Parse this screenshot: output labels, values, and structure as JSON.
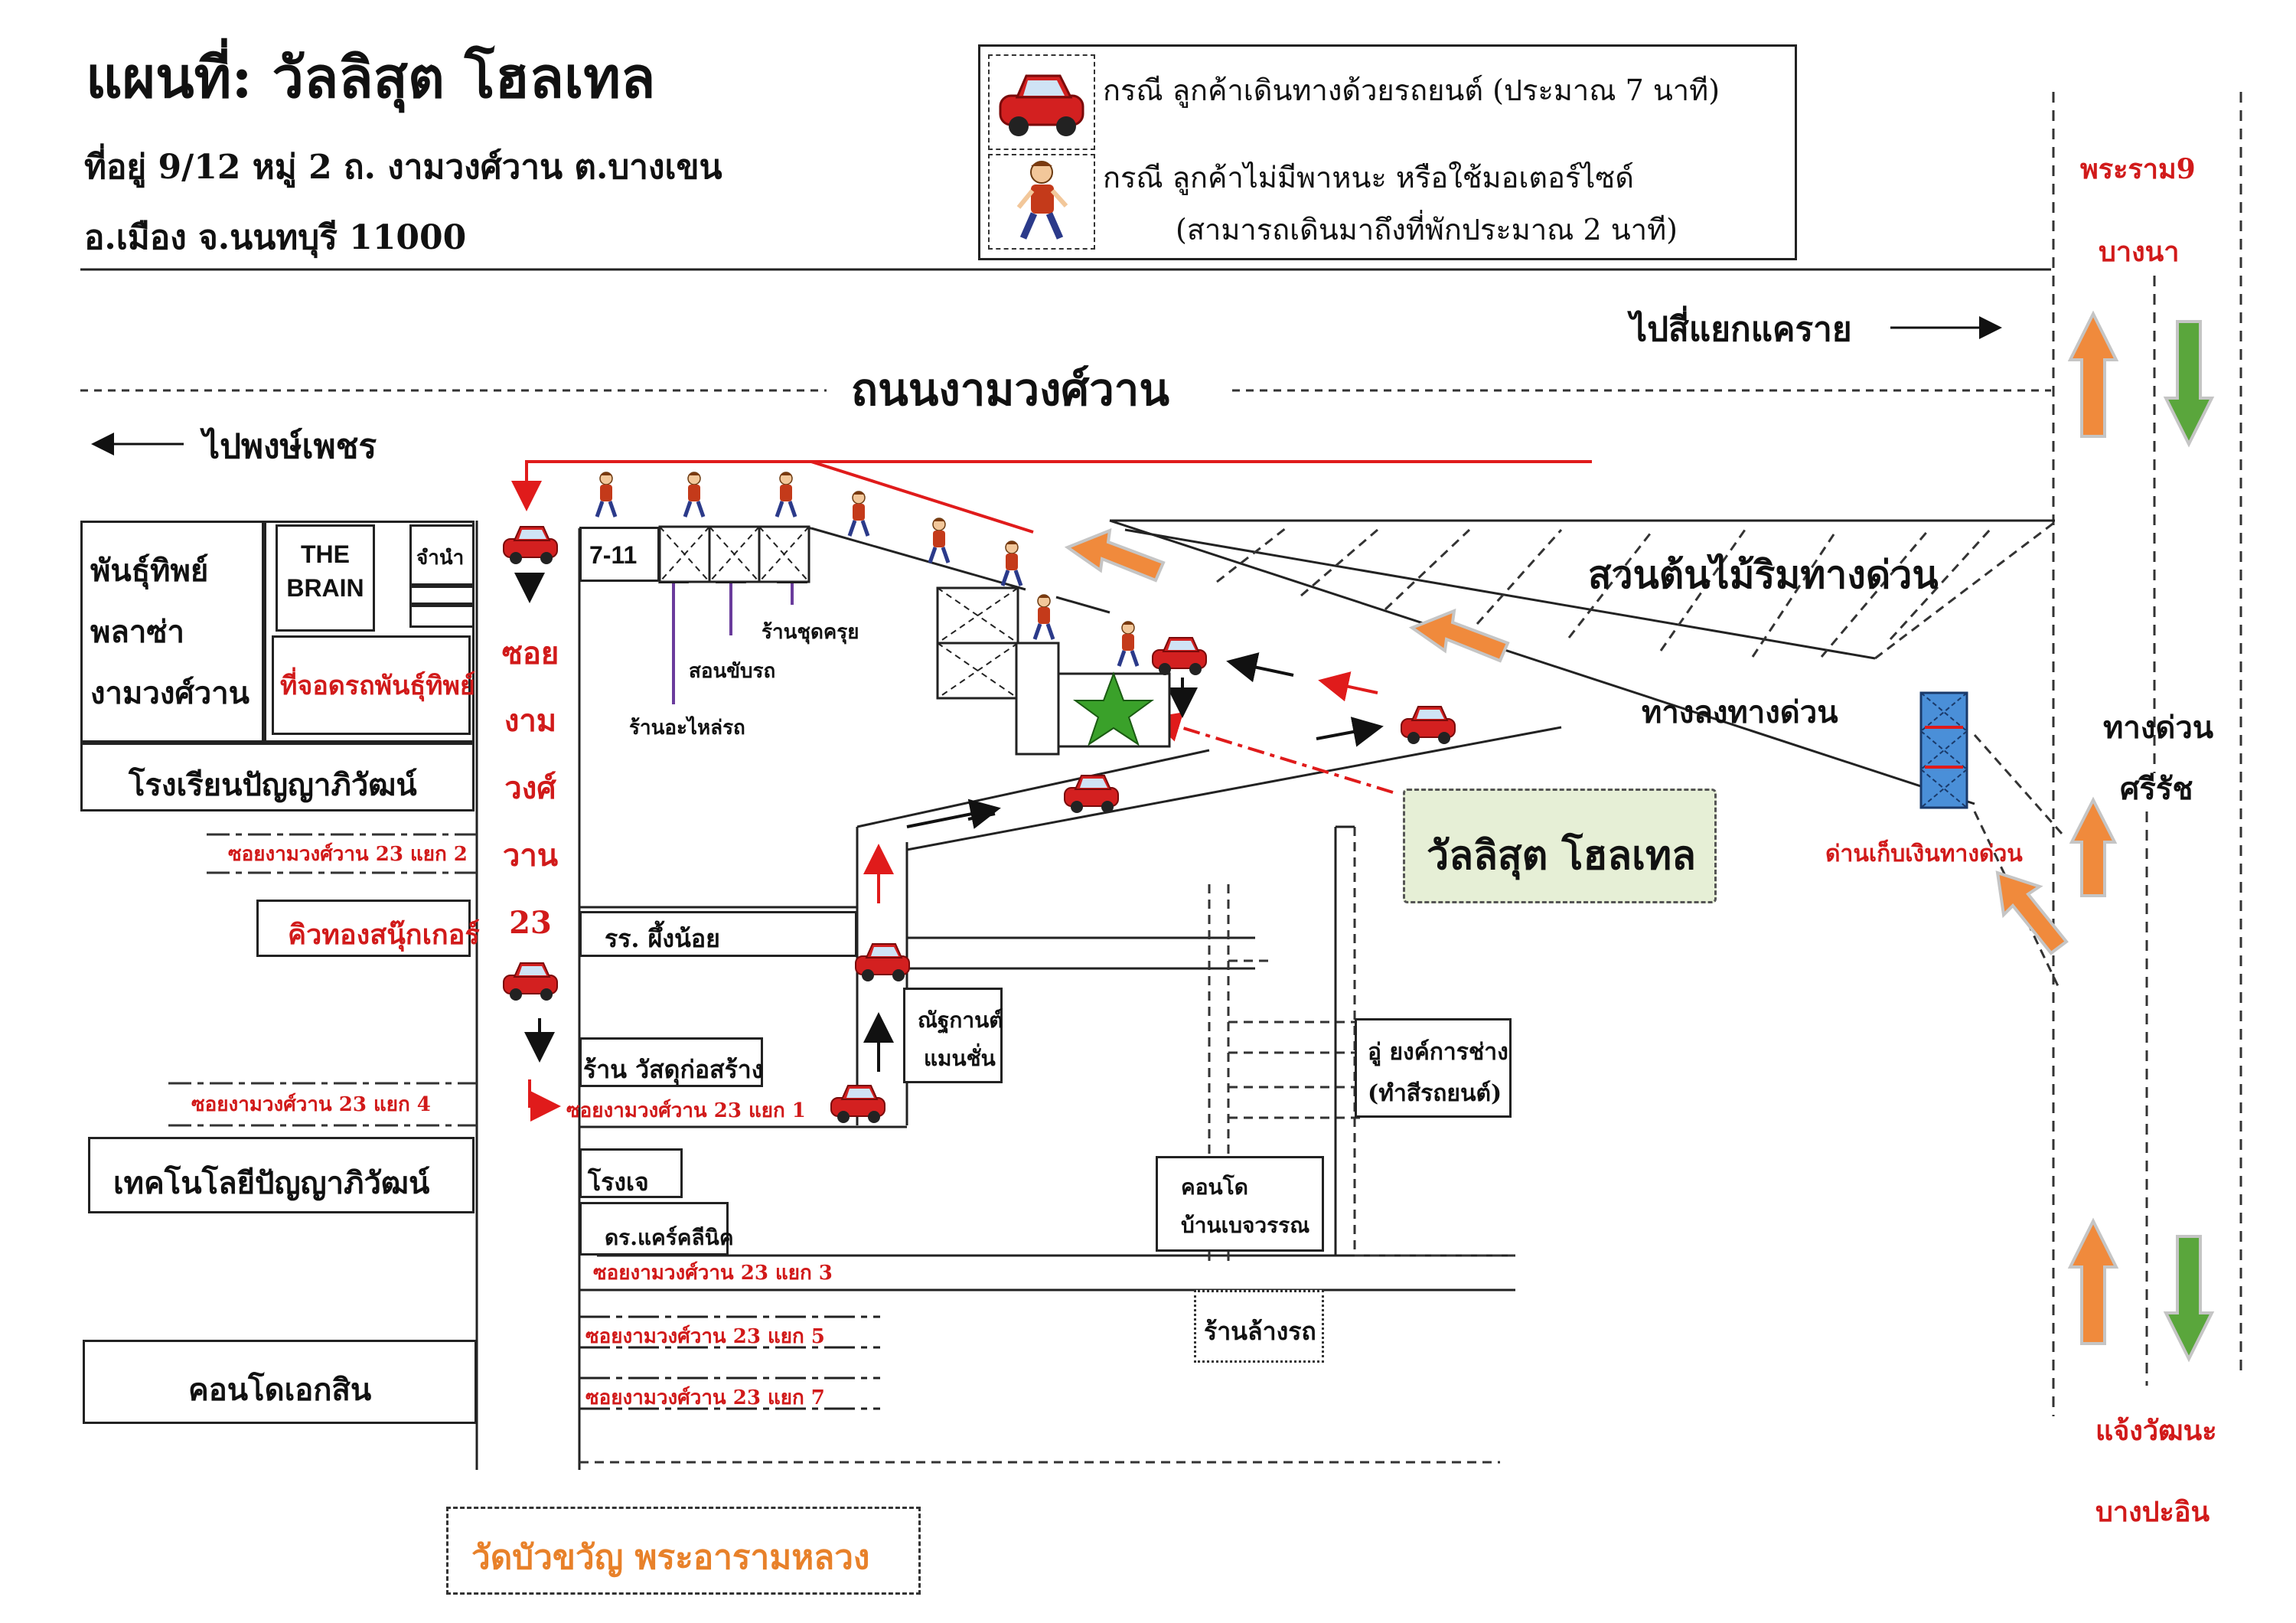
{
  "header": {
    "title": "แผนที่: วัลลิสุต โฮลเทล",
    "address_line1": "ที่อยู่ 9/12 หมู่ 2 ถ. งามวงศ์วาน ต.บางเขน",
    "address_line2": "อ.เมือง จ.นนทบุรี 11000"
  },
  "legend": {
    "car_text": "กรณี ลูกค้าเดินทางด้วยรถยนต์ (ประมาณ 7 นาที)",
    "walk_text": "กรณี ลูกค้าไม่มีพาหนะ หรือใช้มอเตอร์ไซด์",
    "walk_sub": "(สามารถเดินมาถึงที่พักประมาณ 2 นาที)"
  },
  "roads": {
    "main_road": "ถนนงามวงศ์วาน",
    "to_khlai": "ไปสี่แยกแคราย",
    "to_pongphet": "ไปพงษ์เพชร",
    "expressway_down": "ทางลงทางด่วน",
    "expressway": "ทางด่วน",
    "expressway2": "ศรีรัช",
    "toll": "ด่านเก็บเงินทางด่วน",
    "rama9": "พระราม9",
    "bangna": "บางนา",
    "chaeng": "แจ้งวัฒนะ",
    "bangpain": "บางปะอิน",
    "soi23_chars": [
      "ซอย",
      "งาม",
      "วงศ์",
      "วาน",
      "23"
    ],
    "soi_23_2": "ซอยงามวงศ์วาน 23 แยก 2",
    "soi_23_4": "ซอยงามวงศ์วาน 23 แยก 4",
    "soi_23_1": "ซอยงามวงศ์วาน 23 แยก 1",
    "soi_23_3": "ซอยงามวงศ์วาน 23 แยก 3",
    "soi_23_5": "ซอยงามวงศ์วาน 23 แยก 5",
    "soi_23_7": "ซอยงามวงศ์วาน 23 แยก 7"
  },
  "places": {
    "garden": "สวนต้นไม้ริมทางด่วน",
    "hotel": "วัลลิสุต โฮลเทล",
    "phanthip_1": "พันธุ์ทิพย์",
    "phanthip_2": "พลาซ่า",
    "phanthip_3": "งามวงศ์วาน",
    "the_brain_1": "THE",
    "the_brain_2": "BRAIN",
    "pawn": "จำนำ",
    "phanthip_parking": "ที่จอดรถพันธุ์ทิพย์",
    "school_panya": "โรงเรียนปัญญาภิวัฒน์",
    "snooker": "คิวทองสนุ๊กเกอร์",
    "tech_panya": "เทคโนโลยีปัญญาภิวัฒน์",
    "condo_eksin": "คอนโดเอกสิน",
    "wat": "วัดบัวขวัญ พระอารามหลวง",
    "seven": "7-11",
    "spare_parts": "ร้านอะไหล่รถ",
    "driving": "สอนขับรถ",
    "uniform": "ร้านชุดครุย",
    "kindergarten": "รร. ผึ้งน้อย",
    "construction": "ร้าน วัสดุก่อสร้าง",
    "natthakan_1": "ณัฐกานต์",
    "natthakan_2": "แมนชั่น",
    "garage_1": "อู่ ยงค์การช่าง",
    "garage_2": "(ทำสีรถยนต์)",
    "rongje": "โรงเจ",
    "clinic": "ดร.แคร์คลีนิค",
    "condo_1": "คอนโด",
    "condo_2": "บ้านเบจวรรณ",
    "carwash": "ร้านล้างรถ"
  },
  "colors": {
    "route_red": "#e01b1b",
    "arrow_orange": "#f08a3c",
    "arrow_green": "#5aa63c",
    "star_green": "#3aa12a",
    "toll_blue": "#4a8fd8",
    "hotel_box": "#e6efd6"
  }
}
